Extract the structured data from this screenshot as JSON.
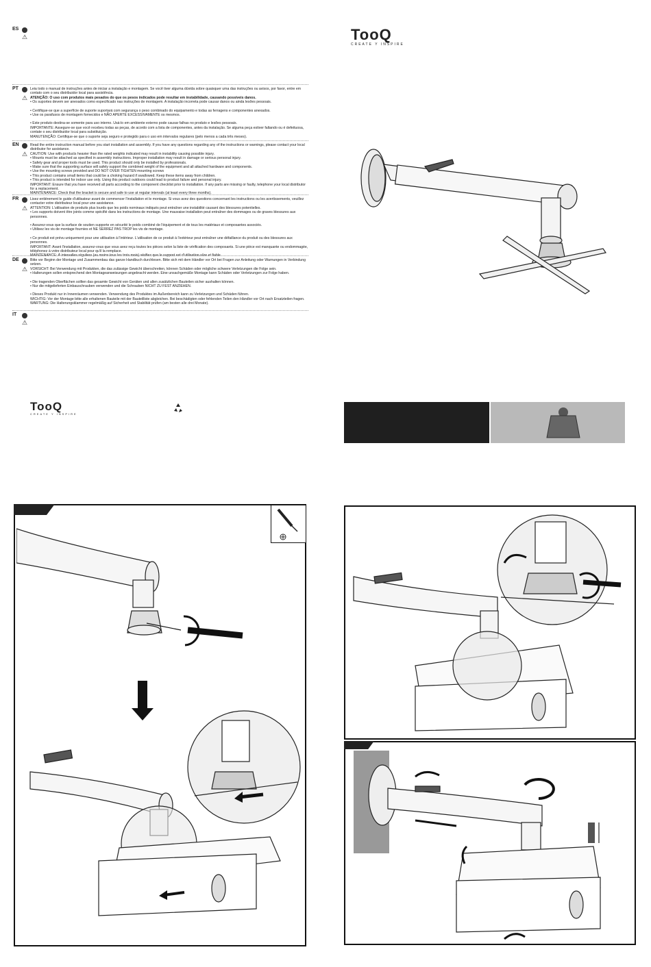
{
  "brand": {
    "logo": "TooQ",
    "tagline": "CREATE Y INSPIRE"
  },
  "languages": [
    {
      "code": "ES",
      "paragraphs": []
    },
    {
      "code": "PT",
      "paragraphs": [
        "Leia todo o manual de instruções antes de iniciar a instalação e montagem. Se você tiver alguma dúvida sobre quaisquer uma das instruções ou avisos, por favor, entre em contato com o seu distribuidor local para assistência.",
        "ATENÇÃO: O uso com produtos mais pesados do que os pesos indicados pode resultar em instabilidade, causando possíveis danos.",
        "• Os suportes devem ser anexados como especificado nas instruções de montagem. A instalação incorreta pode causar danos ou ainda lesões pessoais.",
        "• Certifique-se que a superfície de suporte suportará com segurança o peso combinado do equipamento e todas as ferragens e componentes anexados.",
        "• Use os parafusos de montagem fornecidos e NÃO APERTE EXCESSIVAMENTE os mesmos.",
        "• Este produto destina-se somente para uso interno. Usá-lo em ambiente externo pode causar falhas no produto e lesões pessoais.",
        "IMPORTANTE: Assegure-se que você recebeu todas as peças, de acordo com a lista de componentes, antes da instalação. Se alguma peça estiver faltando ou é defeituosa, contate o seu distribuidor local para substituição.",
        "MANUTENÇÃO: Certifique-se que o suporte seja seguro e protegido para o uso em intervalos regulares (pelo menos a cada três meses)."
      ]
    },
    {
      "code": "EN",
      "paragraphs": [
        "Read the entire instruction manual before you start installation and assembly. If you have any questions regarding any of the instructions or warnings, please contact your local distributor for assistance.",
        "CAUTION: Use with products heavier than the rated weights indicated may result in instability causing possible injury.",
        "• Mounts must be attached as specified in assembly instructions. Improper installation may result in damage or serious personal injury.",
        "• Safety gear and proper tools must be used. This product should only be installed by professionals.",
        "• Make sure that the supporting surface will safely support the combined weight of the equipment and all attached hardware and components.",
        "• Use the mounting screws provided and DO NOT OVER TIGHTEN mounting screws",
        "• This product contains small items that could be a choking hazard if swallowed. Keep these items away from children.",
        "• This product is intended for indoor use only. Using this product outdoors could lead to product failure and personal injury.",
        "IMPORTANT: Ensure that you have received all parts according to the component checklist prior to installation. If any parts are missing or faulty, telephone your local distributor for a replacement.",
        "MAINTENANCE: Check that the bracket is secure and safe to use at regular intervals (at least every three months)."
      ]
    },
    {
      "code": "FR",
      "paragraphs": [
        "Lisez entièrement le guide d'utilisateur avant de commencer l'installation et le montage. Si vous avez des questions concernant les instructions ou les avertissements, veuillez contacter votre distributeur local pour une assistance.",
        "ATTENTION: L'utilisation de produits plus lourds que les poids nominaux indiqués peut entraîner une instabilité causant des blessures potentielles.",
        "• Les supports doivent être joints comme spécifié dans les instructions de montage. Une mauvaise installation peut entraîner des dommages ou de graves blessures aux personnes.",
        "• Assurez-vous que la surface de soutien supporte en sécurité le poids combiné de l'équipement et de tous les matériaux et composantes associés.",
        "• Utilisez les vis de montage fournies et NE SERREZ PAS TROP les vis de montage.",
        "• Ce produit est prévu uniquement pour une utilisation à l'intérieur. L'utilisation de ce produit à l'extérieur peut entraîner une défaillance du produit ou des blessures aux personnes.",
        "IMPORTANT: Avant l'installation, assurez-vous que vous avez reçu toutes les pièces selon la liste de vérification des composants. Si une pièce est manquante ou endommagée, téléphonez à votre distributeur local pour qu'il la remplace.",
        "MAINTENANCE: À intervalles réguliers (au moins tous les trois mois) vérifiez que le support est d'utilisation sûre et fiable"
      ]
    },
    {
      "code": "DE",
      "paragraphs": [
        "Bitte vor Beginn der Montage und Zusammenbau das ganze Handbuch durchlesen. Bitte sich mit dem Händler vor Ort bei Fragen zur Anleitung oder Warnungen in Verbindung setzen.",
        "VORSICHT: Bei Verwendung mit Produkten, die das zulässige Gewicht überschreiten, können Schäden oder mögliche schwere Verletzungen die Folge sein.",
        "• Halterungen sollen entsprechend den Montageanweisungen angebracht werden. Eine unsachgemäße Montage kann Schäden oder Verletzungen zur Folge haben.",
        "• Die tragenden Oberflächen sollten das gesamte Gewicht von Geräten und allen zusätzlichen Bauteilen sicher aushalten können.",
        "• Nur die mitgelieferten Einbauschrauben verwenden und die Schrauben NICHT ZU FEST ANZIEHEN.",
        "• Dieses Produkt nur in Innenräumen verwenden. Verwendung des Produktes im Außenbereich kann zu Verletzungen und Schäden führen.",
        "WICHTIG: Vor der Montage bitte alle erhaltenen Bauteile mit der Bauteilliste abgleichen. Bei beschädigten oder fehlenden Teilen den Händler vor Ort nach Ersatzteilen fragen.",
        "WARTUNG: Die Halterungsklammer regelmäßig auf Sicherheit und Stabilität prüfen (am besten alle drei Monate)."
      ]
    },
    {
      "code": "IT",
      "paragraphs": []
    }
  ],
  "icons": {
    "recycle": "recycle-icon",
    "weight": "weight-icon",
    "screwdriver": "screwdriver-icon",
    "phillips": "phillips-head-icon"
  },
  "colors": {
    "dark_panel": "#1f1f1f",
    "grey_panel": "#b9b9b9",
    "ink": "#222222"
  }
}
